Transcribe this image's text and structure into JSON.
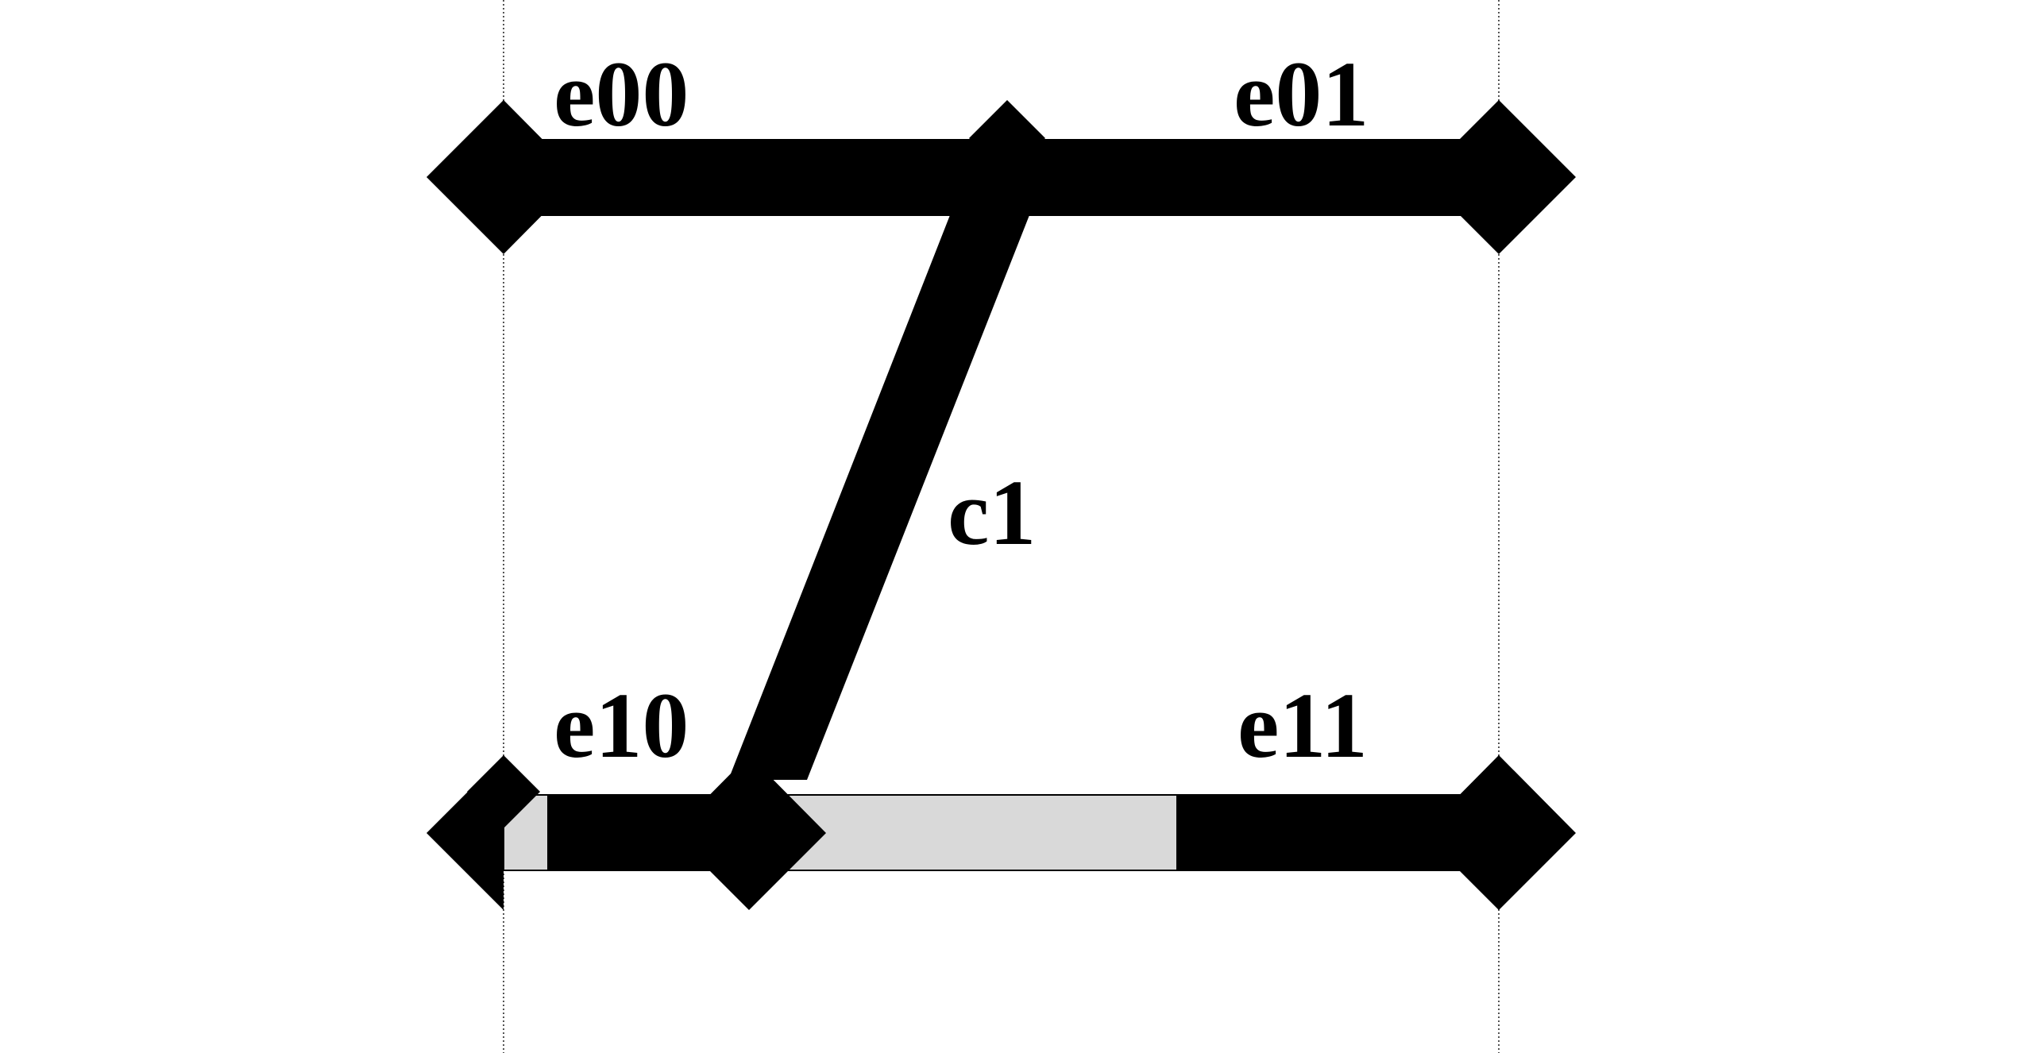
{
  "colors": {
    "background": "#ffffff",
    "edge": "#000000",
    "highlight": "#d9d9d9",
    "guide_line": "#555555"
  },
  "labels": {
    "e00": "e00",
    "e01": "e01",
    "e10": "e10",
    "e11": "e11",
    "c1": "c1"
  }
}
